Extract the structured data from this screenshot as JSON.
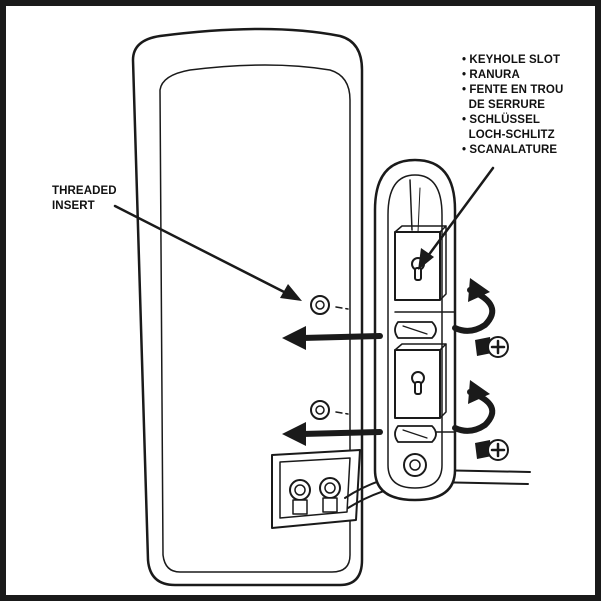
{
  "callouts": {
    "threaded_insert": {
      "lines": [
        "THREADED",
        "INSERT"
      ]
    },
    "keyhole_slot": {
      "lines": [
        "• KEYHOLE SLOT",
        "• RANURA",
        "• FENTE EN TROU",
        "  DE SERRURE",
        "• SCHLÜSSEL",
        "  LOCH-SCHLITZ",
        "• SCANALATURE"
      ]
    }
  },
  "colors": {
    "line": "#1a1a1a",
    "background": "#ffffff"
  },
  "icons": [
    "speaker-cabinet",
    "threaded-insert-icon",
    "wall-bracket",
    "keyhole-slot-icon",
    "screw-icon",
    "rotation-arrow-icon",
    "binding-post-icon",
    "speaker-cable"
  ]
}
